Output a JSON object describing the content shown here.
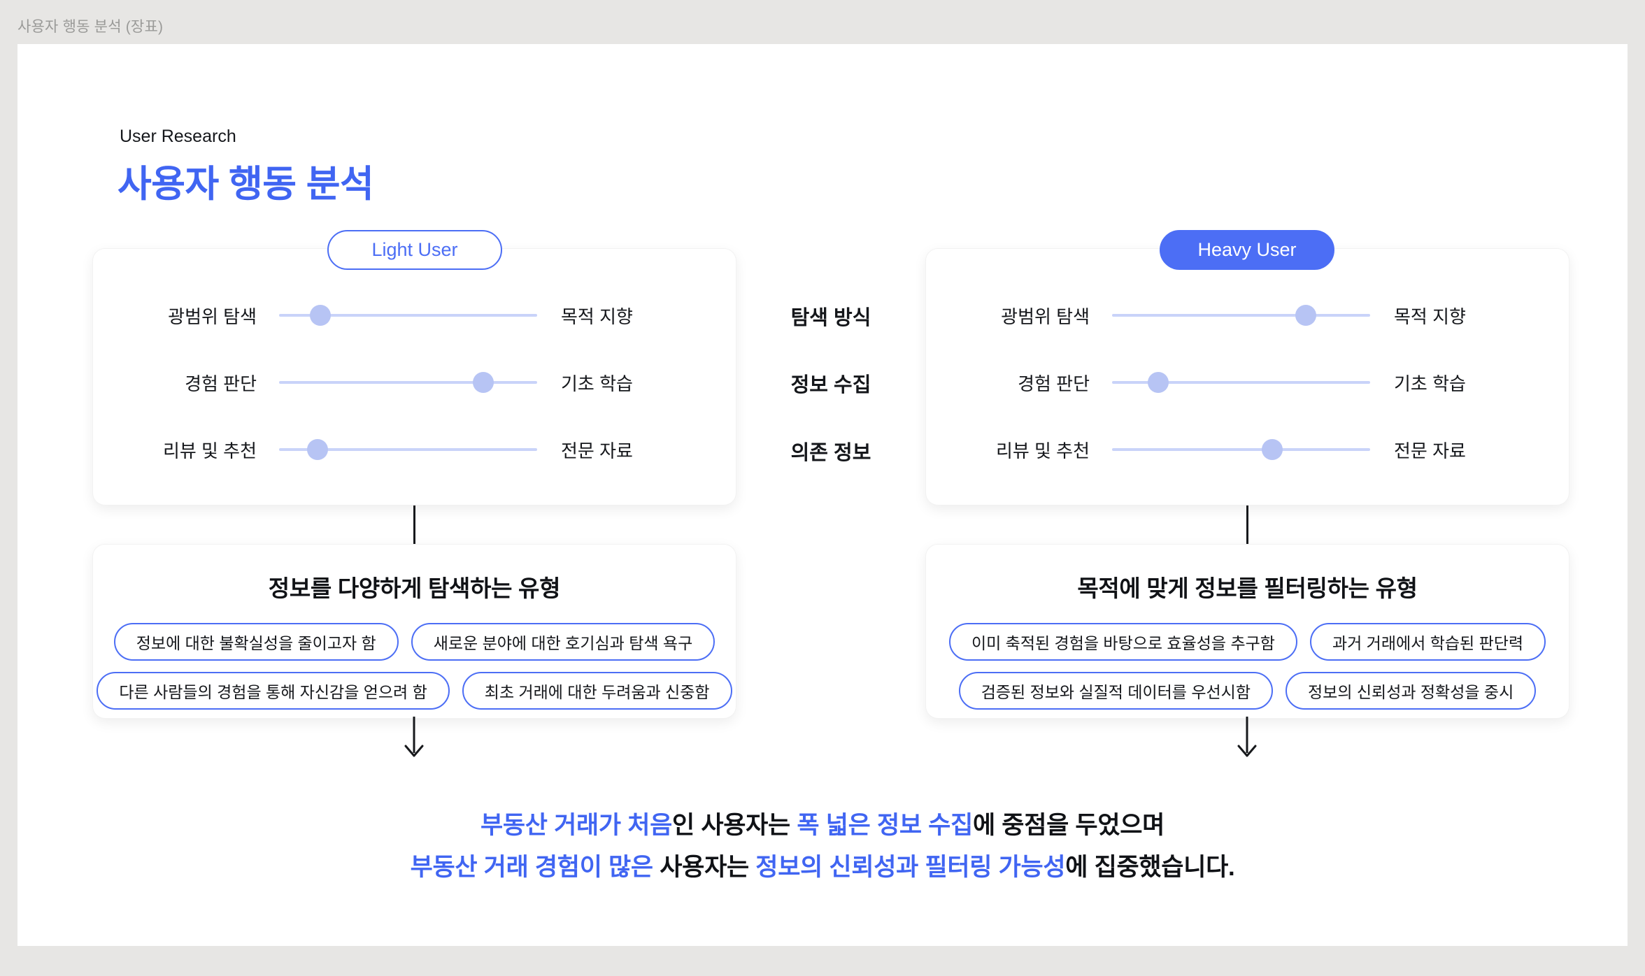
{
  "page": {
    "window_title": "사용자 행동 분석 (장표)"
  },
  "colors": {
    "accent_blue": "#4065f2",
    "badge_blue": "#4c6ef5",
    "slider_track": "#c9d3f9",
    "slider_knob": "#b7c4f4",
    "canvas_bg": "#ffffff",
    "frame_bg": "#e7e6e4",
    "text_dark": "#15171b",
    "muted_gray": "#9a9a98"
  },
  "header": {
    "eyebrow": "User Research",
    "title": "사용자 행동 분석"
  },
  "comparison": {
    "center_labels": [
      "탐색 방식",
      "정보 수집",
      "의존 정보"
    ],
    "light": {
      "badge": "Light User",
      "sliders": [
        {
          "left": "광범위 탐색",
          "right": "목적 지향",
          "value": 16
        },
        {
          "left": "경험 판단",
          "right": "기초 학습",
          "value": 79
        },
        {
          "left": "리뷰 및 추천",
          "right": "전문 자료",
          "value": 15
        }
      ],
      "summary_title": "정보를 다양하게 탐색하는 유형",
      "tag_rows": [
        [
          "정보에 대한 불확실성을 줄이고자 함",
          "새로운 분야에 대한 호기심과 탐색 욕구"
        ],
        [
          "다른 사람들의 경험을 통해 자신감을 얻으려 함",
          "최초 거래에 대한 두려움과 신중함"
        ]
      ]
    },
    "heavy": {
      "badge": "Heavy User",
      "sliders": [
        {
          "left": "광범위 탐색",
          "right": "목적 지향",
          "value": 75
        },
        {
          "left": "경험 판단",
          "right": "기초 학습",
          "value": 18
        },
        {
          "left": "리뷰 및 추천",
          "right": "전문 자료",
          "value": 62
        }
      ],
      "summary_title": "목적에 맞게 정보를 필터링하는 유형",
      "tag_rows": [
        [
          "이미 축적된 경험을 바탕으로 효율성을 추구함",
          "과거 거래에서 학습된 판단력"
        ],
        [
          "검증된 정보와 실질적 데이터를 우선시함",
          "정보의 신뢰성과 정확성을 중시"
        ]
      ]
    }
  },
  "conclusion": {
    "line1": [
      {
        "text": "부동산 거래가 처음",
        "highlight": true
      },
      {
        "text": "인 사용자는 ",
        "highlight": false
      },
      {
        "text": "폭 넓은 정보 수집",
        "highlight": true
      },
      {
        "text": "에 중점을 두었으며",
        "highlight": false
      }
    ],
    "line2": [
      {
        "text": "부동산 거래 경험이 많은 ",
        "highlight": true
      },
      {
        "text": "사용자는 ",
        "highlight": false
      },
      {
        "text": "정보의 신뢰성과 필터링 가능성",
        "highlight": true
      },
      {
        "text": "에 집중했습니다.",
        "highlight": false
      }
    ]
  }
}
